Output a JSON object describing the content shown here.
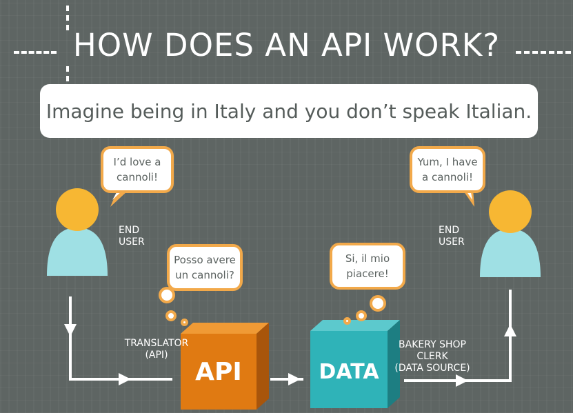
{
  "title": "HOW DOES AN API WORK?",
  "intro": "Imagine being in Italy and you don’t speak Italian.",
  "left_user": {
    "speech": "I’d love a\ncannoli!",
    "label": "END\nUSER"
  },
  "right_user": {
    "speech": "Yum, I have\na cannoli!",
    "label": "END\nUSER"
  },
  "translator": {
    "thought": "Posso avere\nun cannoli?",
    "label": "TRANSLATOR\n(API)",
    "cube_text": "API"
  },
  "clerk": {
    "thought": "Si, il mio\npiacere!",
    "label": "BAKERY SHOP\nCLERK\n(DATA SOURCE)",
    "cube_text": "DATA"
  },
  "colors": {
    "background": "#5e6563",
    "bubble_border": "#f2a94a",
    "user_head": "#f7b733",
    "user_body": "#9fe0e4",
    "api_cube": "#e07a12",
    "data_cube": "#2fb3b8"
  }
}
